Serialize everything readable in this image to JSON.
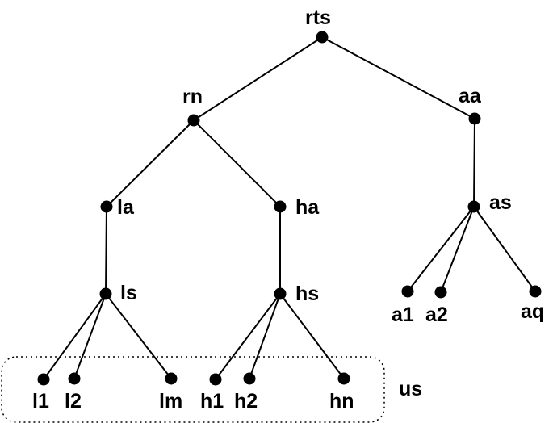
{
  "diagram": {
    "type": "tree",
    "nodes": [
      {
        "id": "rts",
        "label": "rts"
      },
      {
        "id": "rn",
        "label": "rn"
      },
      {
        "id": "aa",
        "label": "aa"
      },
      {
        "id": "la",
        "label": "la"
      },
      {
        "id": "ha",
        "label": "ha"
      },
      {
        "id": "as",
        "label": "as"
      },
      {
        "id": "ls",
        "label": "ls"
      },
      {
        "id": "hs",
        "label": "hs"
      },
      {
        "id": "a1",
        "label": "a1"
      },
      {
        "id": "a2",
        "label": "a2"
      },
      {
        "id": "aq",
        "label": "aq"
      },
      {
        "id": "l1",
        "label": "l1"
      },
      {
        "id": "l2",
        "label": "l2"
      },
      {
        "id": "lm",
        "label": "lm"
      },
      {
        "id": "h1",
        "label": "h1"
      },
      {
        "id": "h2",
        "label": "h2"
      },
      {
        "id": "hn",
        "label": "hn"
      }
    ],
    "edges": [
      [
        "rts",
        "rn"
      ],
      [
        "rts",
        "aa"
      ],
      [
        "rn",
        "la"
      ],
      [
        "rn",
        "ha"
      ],
      [
        "aa",
        "as"
      ],
      [
        "la",
        "ls"
      ],
      [
        "ha",
        "hs"
      ],
      [
        "as",
        "a1"
      ],
      [
        "as",
        "a2"
      ],
      [
        "as",
        "aq"
      ],
      [
        "ls",
        "l1"
      ],
      [
        "ls",
        "l2"
      ],
      [
        "ls",
        "lm"
      ],
      [
        "hs",
        "h1"
      ],
      [
        "hs",
        "h2"
      ],
      [
        "hs",
        "hn"
      ]
    ],
    "group": {
      "label": "us",
      "members": [
        "l1",
        "l2",
        "lm",
        "h1",
        "h2",
        "hn"
      ]
    },
    "colors": {
      "ink": "#000000",
      "background": "#ffffff"
    }
  }
}
